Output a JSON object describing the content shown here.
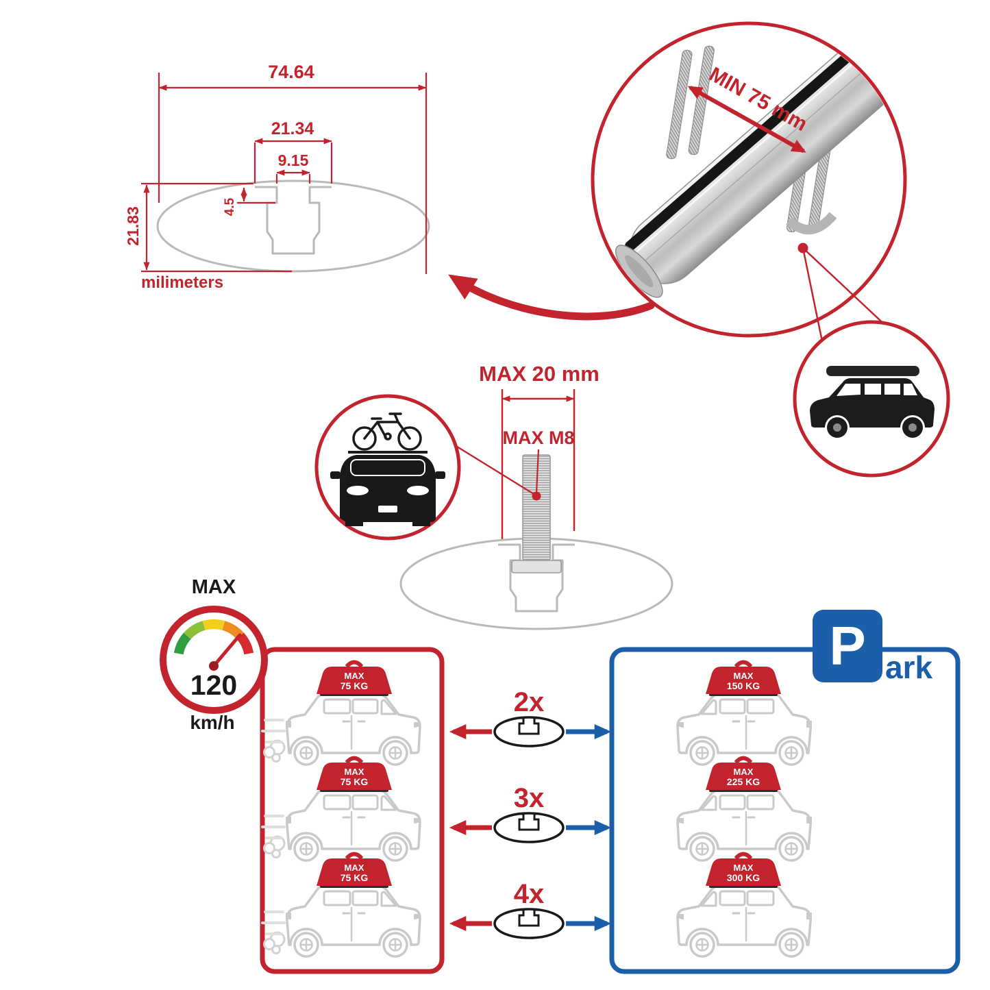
{
  "colors": {
    "accent_red": "#c2232c",
    "accent_blue": "#1b5ea9",
    "line_gray": "#b9b9b9",
    "car_gray": "#c9c9c9",
    "ink_black": "#1a1a1a"
  },
  "profile_dimensions": {
    "total_width": "74.64",
    "channel_outer_width": "21.34",
    "channel_inner_width": "9.15",
    "channel_depth": "4.5",
    "total_height": "21.83",
    "units_label": "milimeters"
  },
  "clamp_detail": {
    "min_span_label": "MIN 75 mm"
  },
  "bolt_detail": {
    "max_length_label": "MAX 20 mm",
    "max_thread_label": "MAX M8"
  },
  "speed_gauge": {
    "title": "MAX",
    "value": "120",
    "units": "km/h"
  },
  "load_panel_driving": {
    "cars": [
      {
        "tag_label": "MAX",
        "tag_value": "75 KG"
      },
      {
        "tag_label": "MAX",
        "tag_value": "75 KG"
      },
      {
        "tag_label": "MAX",
        "tag_value": "75 KG"
      }
    ]
  },
  "load_panel_parked": {
    "cars": [
      {
        "tag_label": "MAX",
        "tag_value": "150 KG"
      },
      {
        "tag_label": "MAX",
        "tag_value": "225 KG"
      },
      {
        "tag_label": "MAX",
        "tag_value": "300 KG"
      }
    ]
  },
  "bar_counts": [
    {
      "label": "2x"
    },
    {
      "label": "3x"
    },
    {
      "label": "4x"
    }
  ],
  "park_sign": {
    "letter": "P",
    "suffix": "ark"
  }
}
